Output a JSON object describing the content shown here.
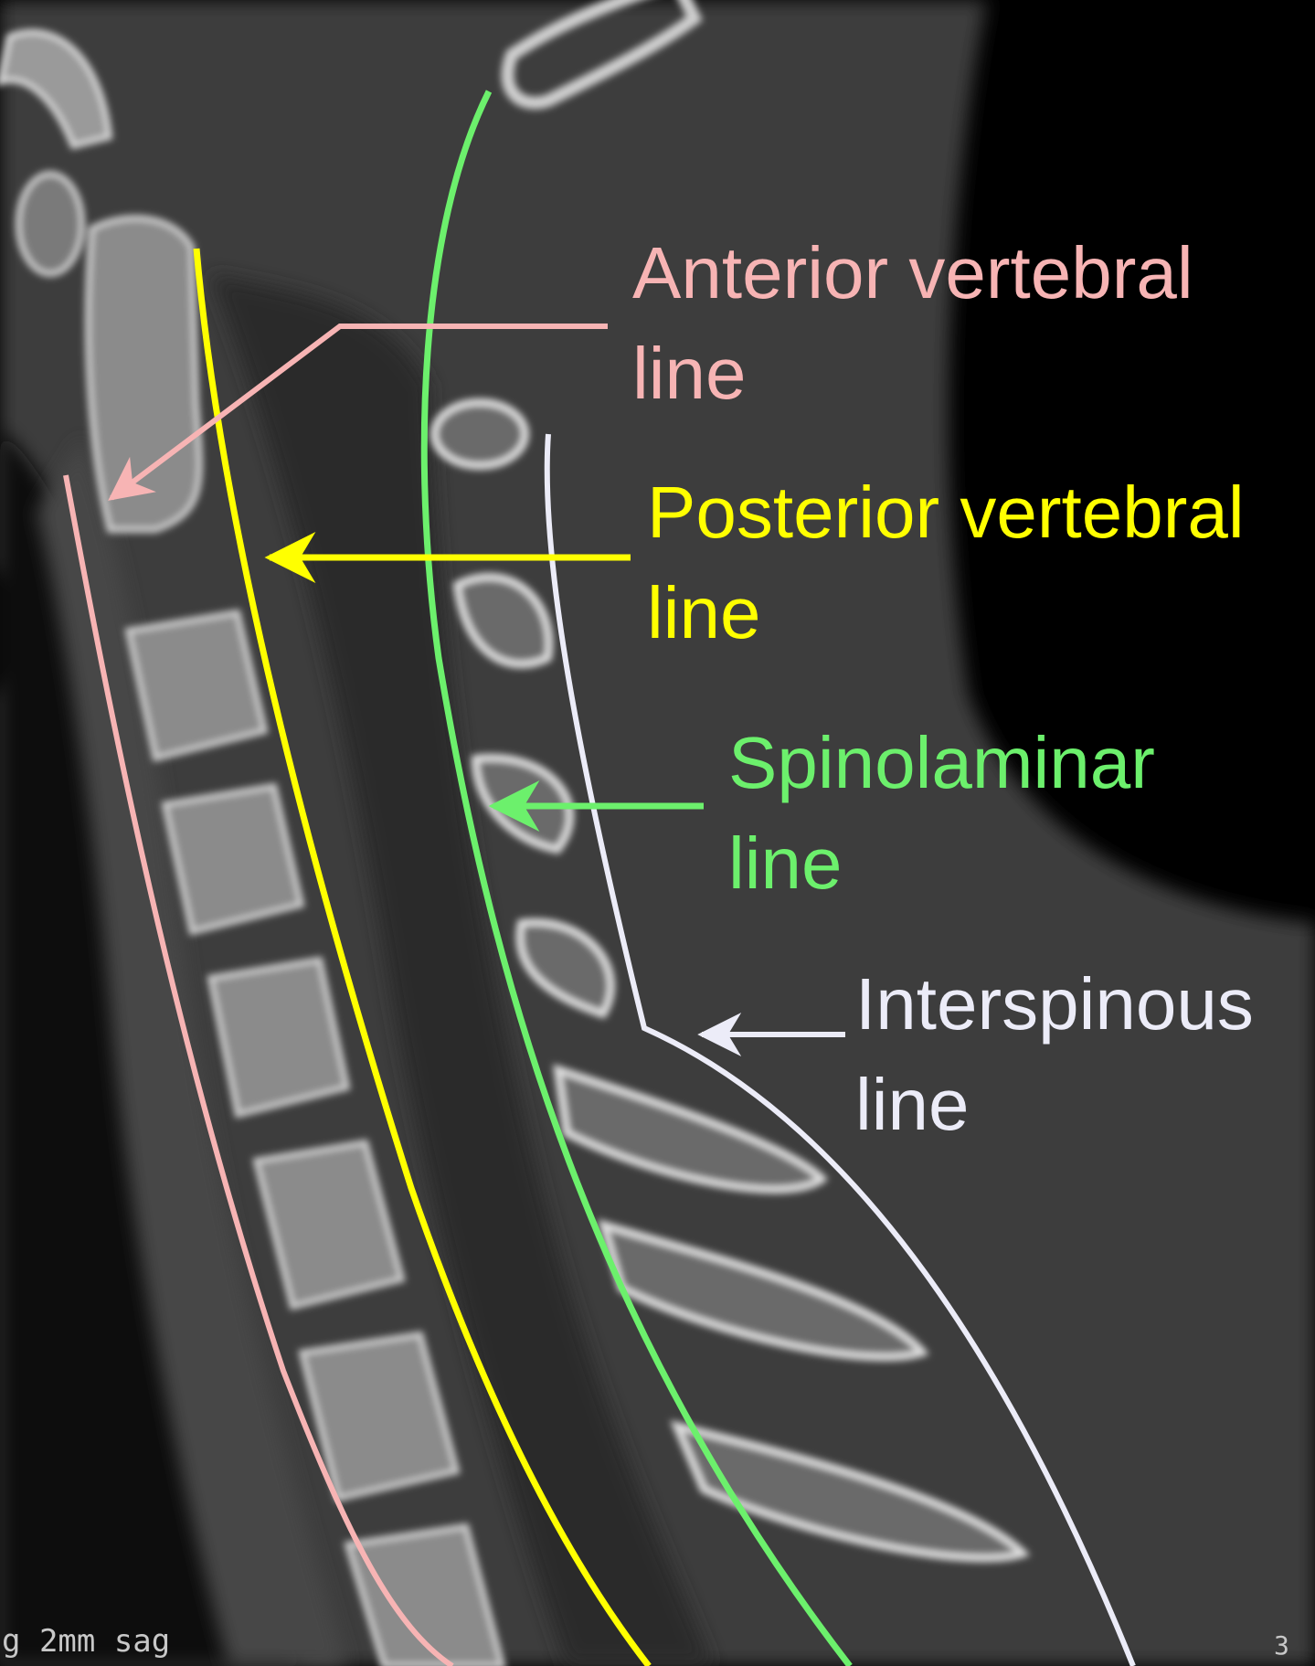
{
  "labels": {
    "anterior": {
      "line1": "Anterior vertebral",
      "line2": "line",
      "color": "#f7b4b4"
    },
    "posterior": {
      "line1": "Posterior vertebral",
      "line2": "line",
      "color": "#ffff00"
    },
    "spinolaminar": {
      "line1": "Spinolaminar",
      "line2": "line",
      "color": "#6cf06c"
    },
    "interspinous": {
      "line1": "Interspinous",
      "line2": "line",
      "color": "#ececf8"
    }
  },
  "overlay": {
    "series": "g 2mm sag",
    "slice": "3"
  }
}
